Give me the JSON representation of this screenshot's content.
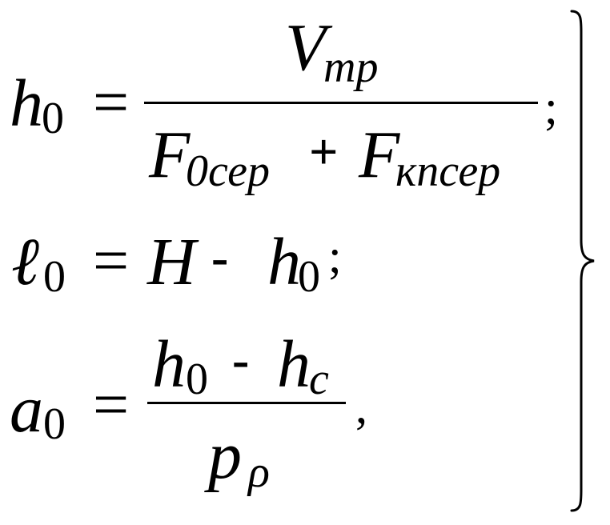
{
  "equations": {
    "eq1": {
      "lhs_var": "h",
      "lhs_sub": "0",
      "equals": "=",
      "num_var": "V",
      "num_sub": "тр",
      "den_var1": "F",
      "den_sub1": "0сер",
      "plus": "+",
      "den_var2": "F",
      "den_sub2": "кпсер",
      "end": ";"
    },
    "eq2": {
      "lhs_var": "ℓ",
      "lhs_sub": "0",
      "equals": "=",
      "var_h_big": "H",
      "minus": "-",
      "var_h": "h",
      "var_h_sub": "0",
      "end": ";"
    },
    "eq3": {
      "lhs_var": "a",
      "lhs_sub": "0",
      "equals": "=",
      "num_var1": "h",
      "num_sub1": "0",
      "minus": "-",
      "num_var2": "h",
      "num_sub2": "c",
      "den_var": "p",
      "den_sub": "ρ",
      "end": ","
    }
  }
}
